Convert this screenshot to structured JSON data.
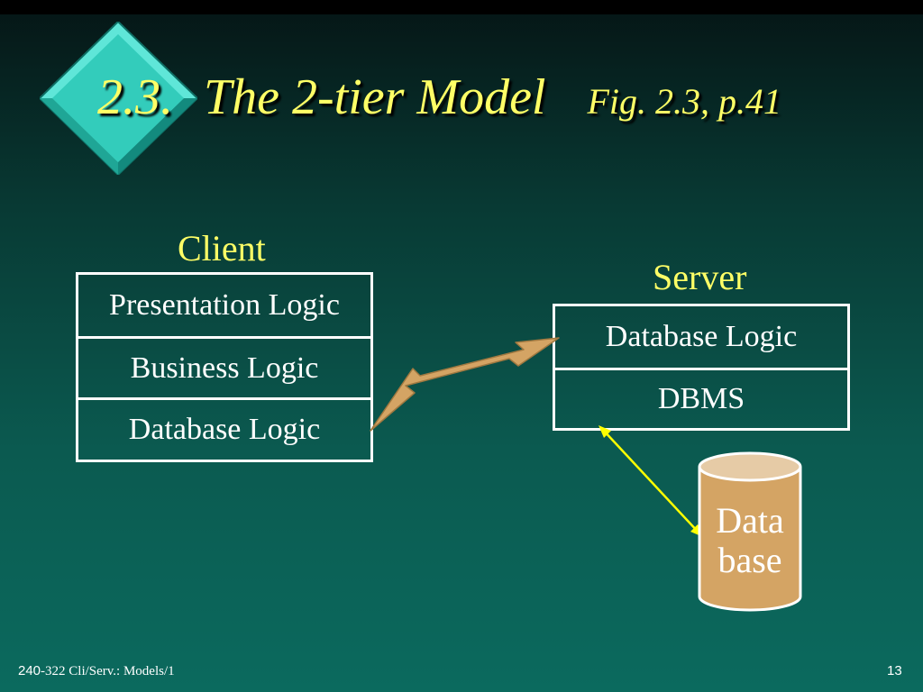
{
  "slide": {
    "title_number": "2.3.",
    "title_text": "The 2-tier Model",
    "title_reference": "Fig. 2.3, p.41"
  },
  "client": {
    "label": "Client",
    "layers": [
      "Presentation Logic",
      "Business Logic",
      "Database Logic"
    ]
  },
  "server": {
    "label": "Server",
    "layers": [
      "Database Logic",
      "DBMS"
    ]
  },
  "database": {
    "line1": "Data",
    "line2": "base"
  },
  "footer": {
    "course_code": "240",
    "course_text": "-322 Cli/Serv.: Models/1",
    "page_number": "13"
  },
  "colors": {
    "title": "#ffff66",
    "diamond": "#33ccbb",
    "arrow": "#d4a464",
    "link": "#ffff00"
  }
}
